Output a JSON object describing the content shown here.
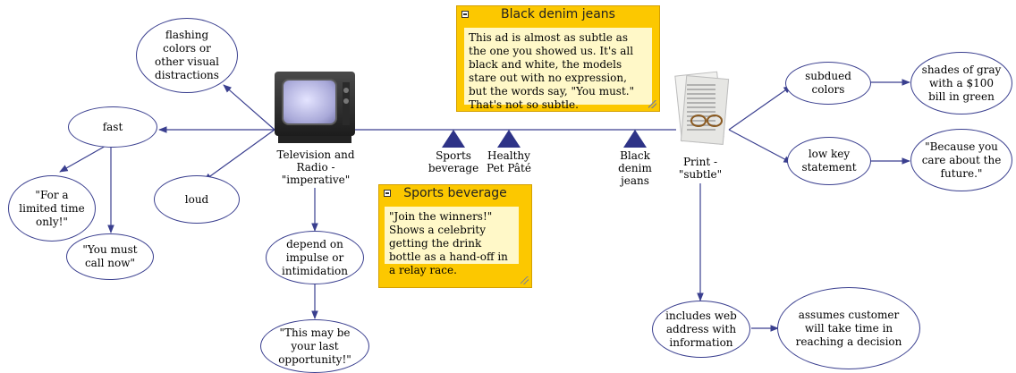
{
  "central": {
    "left_label": "Television and\nRadio -\n\"imperative\"",
    "left_icon": "television-icon",
    "right_label": "Print -\n\"subtle\"",
    "right_icon": "newspaper-icon"
  },
  "nodes": {
    "flashing": "flashing\ncolors or\nother visual\ndistractions",
    "fast": "fast",
    "loud": "loud",
    "limited": "\"For a\nlimited time\nonly!\"",
    "call_now": "\"You must\ncall now\"",
    "impulse": "depend on\nimpulse or\nintimidation",
    "last_opportunity": "\"This may be\nyour last\nopportunity!\"",
    "subdued": "subdued\ncolors",
    "shades": "shades of gray\nwith a $100\nbill in green",
    "low_key": "low key\nstatement",
    "future": "\"Because you\ncare about the\nfuture.\"",
    "web": "includes web\naddress with\ninformation",
    "assumes": "assumes customer\nwill take time in\nreaching a decision"
  },
  "markers": {
    "sports": "Sports\nbeverage",
    "pet": "Healthy\nPet Pâté",
    "jeans": "Black\ndenim\njeans"
  },
  "marker_color": "#2e3387",
  "notes": {
    "jeans": {
      "title": "Black denim jeans",
      "body": "This ad is almost as subtle as the one you showed us. It's all black and white, the models stare out with no expression, but the words say, \"You must.\" That's not so subtle."
    },
    "sports": {
      "title": "Sports beverage",
      "body": "\"Join the winners!\" Shows a celebrity getting the drink bottle as a hand-off in a relay race."
    }
  },
  "colors": {
    "note_background": "#fcc800",
    "note_body": "#fff8c8",
    "link_line": "#3a3f8f"
  }
}
